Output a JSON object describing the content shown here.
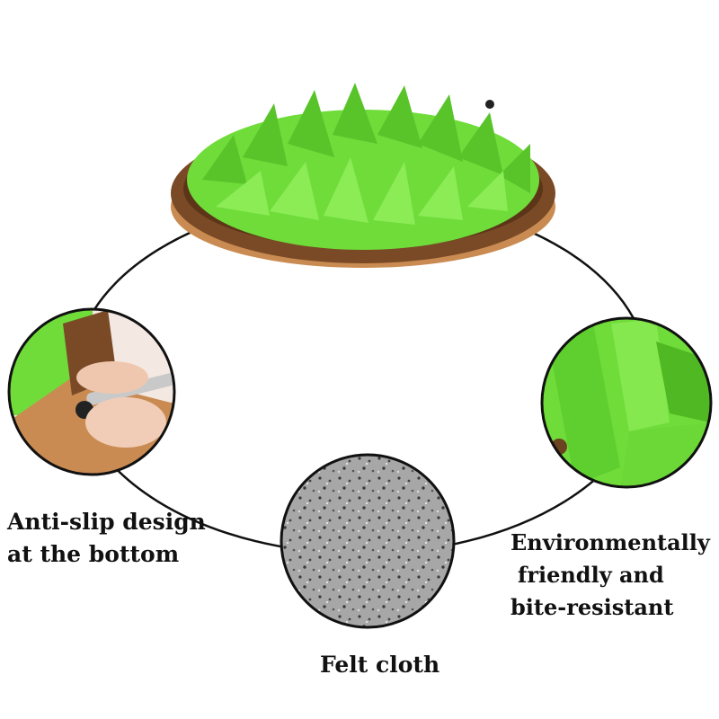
{
  "captions": {
    "anti_slip": [
      "Anti-slip design",
      "at the bottom"
    ],
    "eco": [
      "Environmentally",
      "friendly and",
      "bite-resistant"
    ],
    "felt": "Felt cloth"
  },
  "colors": {
    "felt_green": "#6fdc3a",
    "felt_green_dark": "#4fb823",
    "rim_brown": "#7a4a26",
    "base_tan": "#c98b52",
    "felt_gray": "#9b9b9b",
    "outline": "#111111"
  }
}
